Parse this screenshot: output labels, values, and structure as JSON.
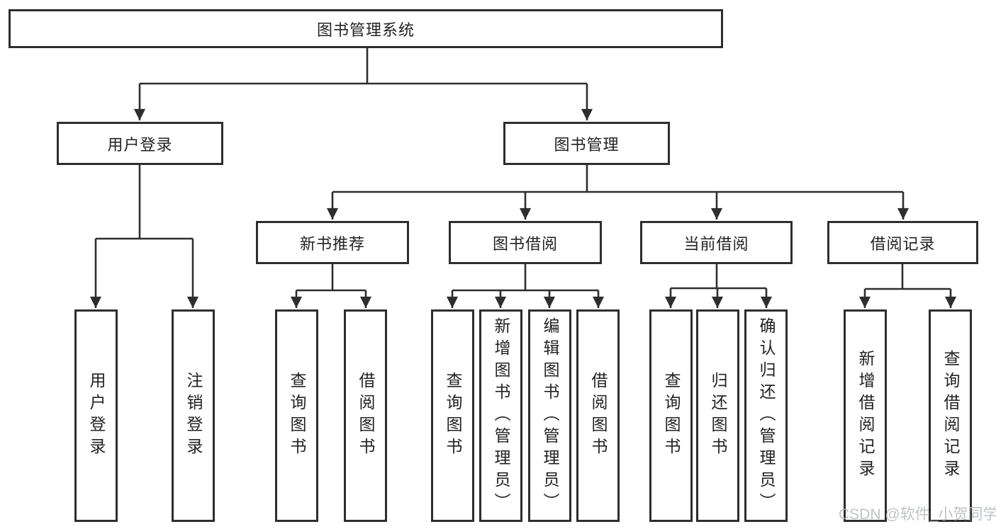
{
  "diagram": {
    "title": "图书管理系统",
    "type": "hierarchy-tree",
    "colors": {
      "line": "#2e2e2e",
      "border": "#2e2e2e",
      "text": "#222222",
      "background": "#ffffff",
      "watermark": "#b7bac0"
    },
    "tree": {
      "label": "图书管理系统",
      "children": [
        {
          "label": "用户登录",
          "children": [
            {
              "label": "用户登录"
            },
            {
              "label": "注销登录"
            }
          ]
        },
        {
          "label": "图书管理",
          "children": [
            {
              "label": "新书推荐",
              "children": [
                {
                  "label": "查询图书"
                },
                {
                  "label": "借阅图书"
                }
              ]
            },
            {
              "label": "图书借阅",
              "children": [
                {
                  "label": "查询图书"
                },
                {
                  "label": "新增图书（管理员）"
                },
                {
                  "label": "编辑图书（管理员）"
                },
                {
                  "label": "借阅图书"
                }
              ]
            },
            {
              "label": "当前借阅",
              "children": [
                {
                  "label": "查询图书"
                },
                {
                  "label": "归还图书"
                },
                {
                  "label": "确认归还（管理员）"
                }
              ]
            },
            {
              "label": "借阅记录",
              "children": [
                {
                  "label": "新增借阅记录"
                },
                {
                  "label": "查询借阅记录"
                }
              ]
            }
          ]
        }
      ]
    },
    "watermark": {
      "text": "CSDN @软件_小贺同学"
    }
  }
}
